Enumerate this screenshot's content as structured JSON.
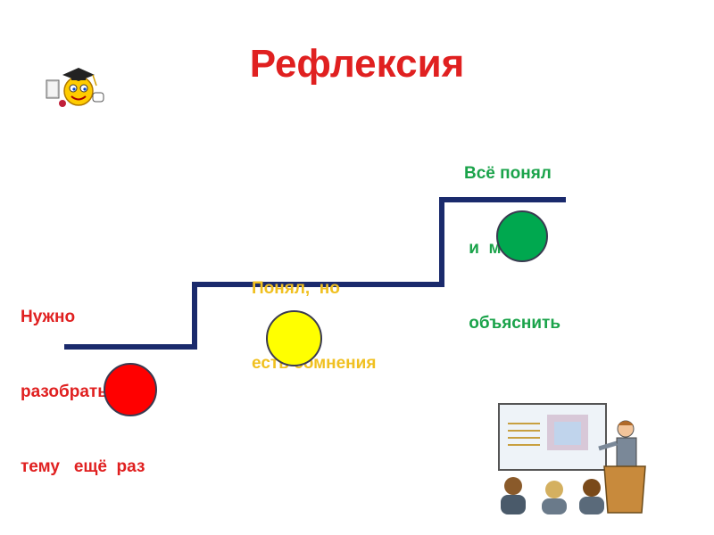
{
  "slide": {
    "title": "Рефлексия",
    "title_color": "#e02020"
  },
  "levels": [
    {
      "lines": [
        "Нужно",
        "разобрать",
        "тему   ещё  раз"
      ],
      "color": "#e02020",
      "dot_color": "#ff0000"
    },
    {
      "lines": [
        "Понял,  но",
        "есть сомнения"
      ],
      "color": "#f0c020",
      "dot_color": "#ffff00"
    },
    {
      "lines": [
        "Всё понял",
        " и  могу",
        " объяснить"
      ],
      "color": "#1aa34a",
      "dot_color": "#00a84f"
    }
  ],
  "icons": {
    "mascot": "graduate-smiley-icon",
    "illustration": "classroom-presentation-icon"
  },
  "stairs_color": "#1a2a6c"
}
